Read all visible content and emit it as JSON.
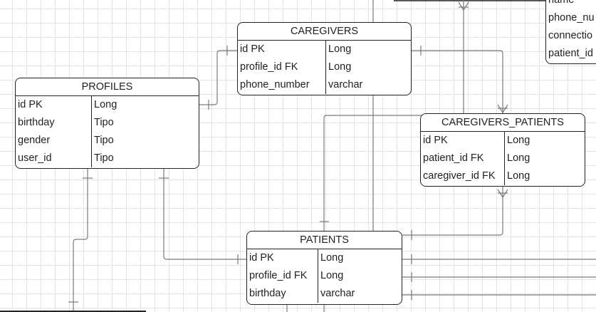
{
  "entities": {
    "caregivers": {
      "title": "CAREGIVERS",
      "rows": [
        {
          "field": "id PK",
          "type": "Long"
        },
        {
          "field": "profile_id FK",
          "type": "Long"
        },
        {
          "field": "phone_number",
          "type": "varchar"
        }
      ]
    },
    "profiles": {
      "title": "PROFILES",
      "rows": [
        {
          "field": "id PK",
          "type": "Long"
        },
        {
          "field": "birthday",
          "type": "Tipo"
        },
        {
          "field": "gender",
          "type": "Tipo"
        },
        {
          "field": "user_id",
          "type": "Tipo"
        }
      ]
    },
    "caregivers_patients": {
      "title": "CAREGIVERS_PATIENTS",
      "rows": [
        {
          "field": "id PK",
          "type": "Long"
        },
        {
          "field": "patient_id FK",
          "type": "Long"
        },
        {
          "field": "caregiver_id FK",
          "type": "Long"
        }
      ]
    },
    "patients": {
      "title": "PATIENTS",
      "rows": [
        {
          "field": "id PK",
          "type": "Long"
        },
        {
          "field": "profile_id FK",
          "type": "Long"
        },
        {
          "field": "birthday",
          "type": "varchar"
        }
      ]
    },
    "partial_right": {
      "rows": [
        "name",
        "phone_nu",
        "connectio",
        "patient_id"
      ]
    }
  }
}
